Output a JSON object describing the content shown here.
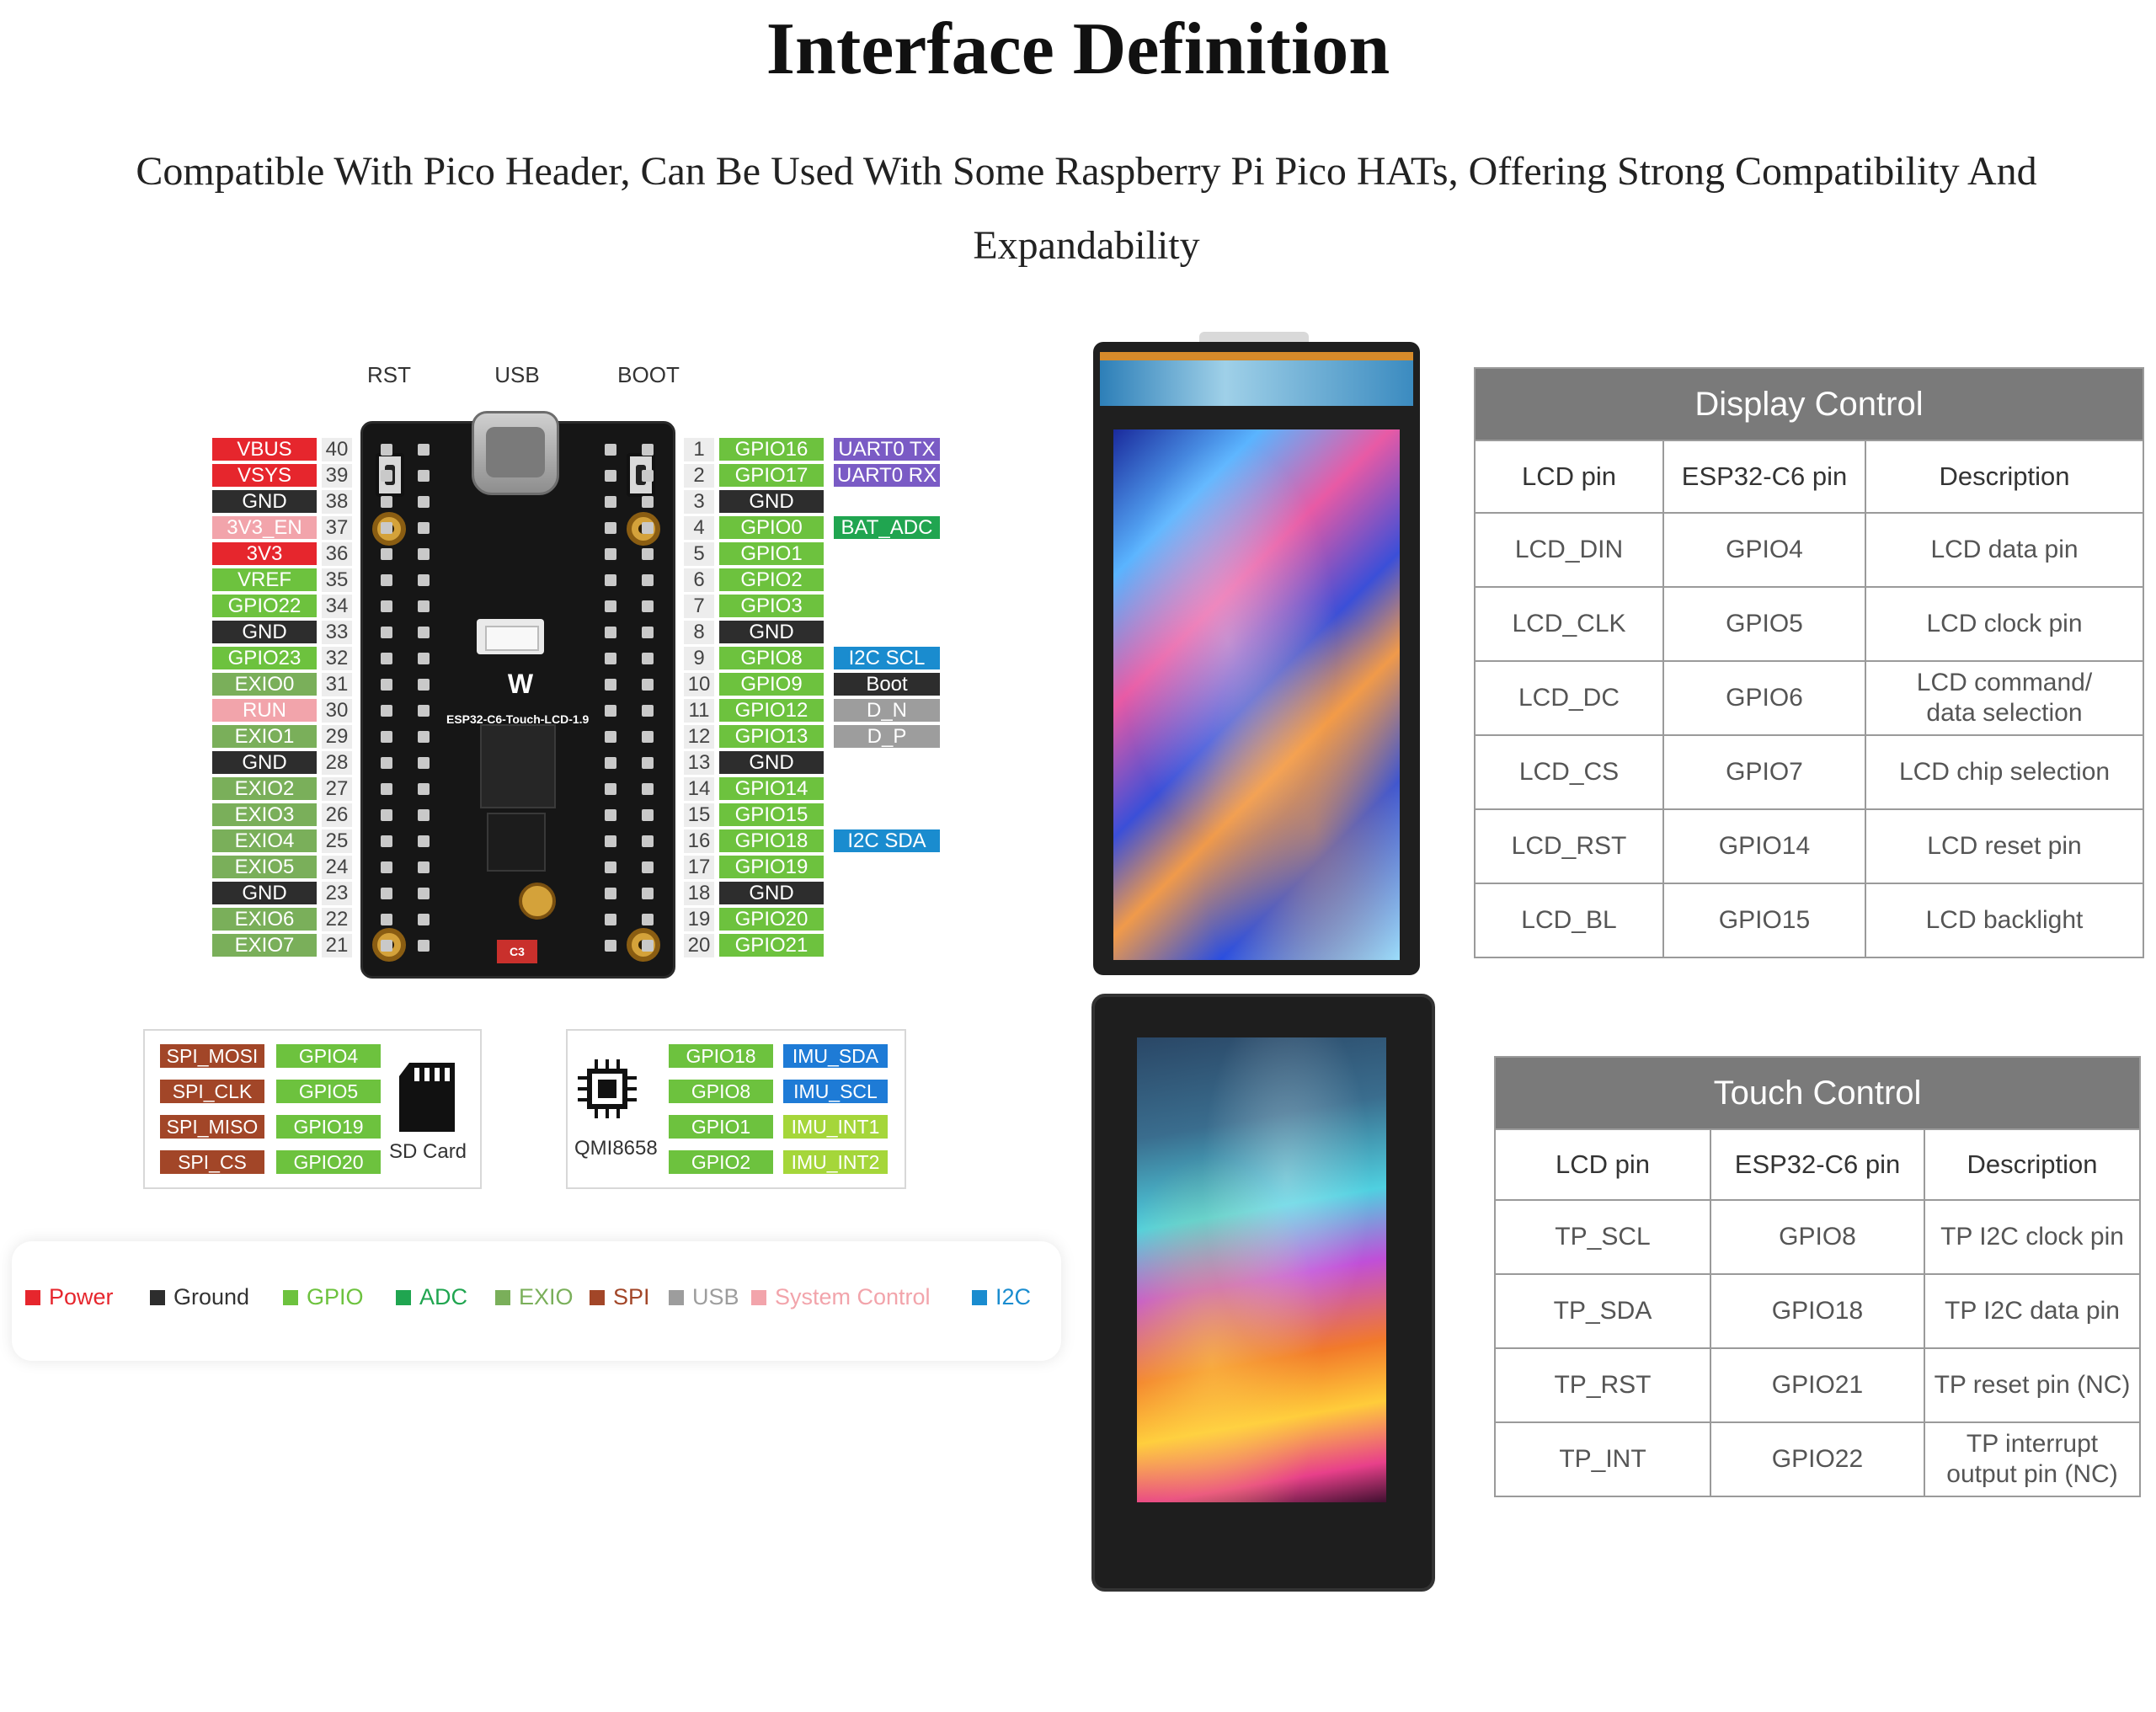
{
  "title": "Interface Definition",
  "subtitle": "Compatible With Pico Header, Can Be Used With Some Raspberry Pi Pico HATs, Offering Strong Compatibility And Expandability",
  "board": {
    "top_labels": [
      "RST",
      "USB",
      "BOOT"
    ],
    "name": "ESP32-C6-Touch-LCD-1.9",
    "component": "C3",
    "left_pins": [
      {
        "num": "40",
        "label": "VBUS",
        "type": "power"
      },
      {
        "num": "39",
        "label": "VSYS",
        "type": "power"
      },
      {
        "num": "38",
        "label": "GND",
        "type": "ground"
      },
      {
        "num": "37",
        "label": "3V3_EN",
        "type": "sys"
      },
      {
        "num": "36",
        "label": "3V3",
        "type": "power"
      },
      {
        "num": "35",
        "label": "VREF",
        "type": "gpio"
      },
      {
        "num": "34",
        "label": "GPIO22",
        "type": "gpio"
      },
      {
        "num": "33",
        "label": "GND",
        "type": "ground"
      },
      {
        "num": "32",
        "label": "GPIO23",
        "type": "gpio"
      },
      {
        "num": "31",
        "label": "EXIO0",
        "type": "exio"
      },
      {
        "num": "30",
        "label": "RUN",
        "type": "sys"
      },
      {
        "num": "29",
        "label": "EXIO1",
        "type": "exio"
      },
      {
        "num": "28",
        "label": "GND",
        "type": "ground"
      },
      {
        "num": "27",
        "label": "EXIO2",
        "type": "exio"
      },
      {
        "num": "26",
        "label": "EXIO3",
        "type": "exio"
      },
      {
        "num": "25",
        "label": "EXIO4",
        "type": "exio"
      },
      {
        "num": "24",
        "label": "EXIO5",
        "type": "exio"
      },
      {
        "num": "23",
        "label": "GND",
        "type": "ground"
      },
      {
        "num": "22",
        "label": "EXIO6",
        "type": "exio"
      },
      {
        "num": "21",
        "label": "EXIO7",
        "type": "exio"
      }
    ],
    "right_pins": [
      {
        "num": "1",
        "label": "GPIO16",
        "type": "gpio",
        "func": "UART0 TX",
        "func_type": "uart"
      },
      {
        "num": "2",
        "label": "GPIO17",
        "type": "gpio",
        "func": "UART0 RX",
        "func_type": "uart"
      },
      {
        "num": "3",
        "label": "GND",
        "type": "ground"
      },
      {
        "num": "4",
        "label": "GPIO0",
        "type": "gpio",
        "func": "BAT_ADC",
        "func_type": "adc"
      },
      {
        "num": "5",
        "label": "GPIO1",
        "type": "gpio"
      },
      {
        "num": "6",
        "label": "GPIO2",
        "type": "gpio"
      },
      {
        "num": "7",
        "label": "GPIO3",
        "type": "gpio"
      },
      {
        "num": "8",
        "label": "GND",
        "type": "ground"
      },
      {
        "num": "9",
        "label": "GPIO8",
        "type": "gpio",
        "func": "I2C SCL",
        "func_type": "i2c"
      },
      {
        "num": "10",
        "label": "GPIO9",
        "type": "gpio",
        "func": "Boot",
        "func_type": "ground"
      },
      {
        "num": "11",
        "label": "GPIO12",
        "type": "gpio",
        "func": "D_N",
        "func_type": "usb"
      },
      {
        "num": "12",
        "label": "GPIO13",
        "type": "gpio",
        "func": "D_P",
        "func_type": "usb"
      },
      {
        "num": "13",
        "label": "GND",
        "type": "ground"
      },
      {
        "num": "14",
        "label": "GPIO14",
        "type": "gpio"
      },
      {
        "num": "15",
        "label": "GPIO15",
        "type": "gpio"
      },
      {
        "num": "16",
        "label": "GPIO18",
        "type": "gpio",
        "func": "I2C SDA",
        "func_type": "i2c"
      },
      {
        "num": "17",
        "label": "GPIO19",
        "type": "gpio"
      },
      {
        "num": "18",
        "label": "GND",
        "type": "ground"
      },
      {
        "num": "19",
        "label": "GPIO20",
        "type": "gpio"
      },
      {
        "num": "20",
        "label": "GPIO21",
        "type": "gpio"
      }
    ]
  },
  "sd_card": {
    "caption": "SD Card",
    "rows": [
      {
        "sig": "SPI_MOSI",
        "pin": "GPIO4"
      },
      {
        "sig": "SPI_CLK",
        "pin": "GPIO5"
      },
      {
        "sig": "SPI_MISO",
        "pin": "GPIO19"
      },
      {
        "sig": "SPI_CS",
        "pin": "GPIO20"
      }
    ]
  },
  "imu": {
    "caption": "QMI8658",
    "rows": [
      {
        "pin": "GPIO18",
        "sig": "IMU_SDA",
        "sig_type": "imu"
      },
      {
        "pin": "GPIO8",
        "sig": "IMU_SCL",
        "sig_type": "imu"
      },
      {
        "pin": "GPIO1",
        "sig": "IMU_INT1",
        "sig_type": "imuint"
      },
      {
        "pin": "GPIO2",
        "sig": "IMU_INT2",
        "sig_type": "imuint"
      }
    ]
  },
  "legend": [
    {
      "label": "Power",
      "color": "#e6262d",
      "text_color": "#e6262d"
    },
    {
      "label": "Ground",
      "color": "#2d2d2d",
      "text_color": "#333333"
    },
    {
      "label": "GPIO",
      "color": "#6dc23e",
      "text_color": "#6dc23e"
    },
    {
      "label": "ADC",
      "color": "#20a550",
      "text_color": "#20a550"
    },
    {
      "label": "EXIO",
      "color": "#7aaf5a",
      "text_color": "#7aaf5a"
    },
    {
      "label": "SPI",
      "color": "#a24628",
      "text_color": "#a24628"
    },
    {
      "label": "USB",
      "color": "#9d9d9d",
      "text_color": "#9d9d9d"
    },
    {
      "label": "System Control",
      "color": "#f2a4ab",
      "text_color": "#f2a4ab"
    },
    {
      "label": "I2C",
      "color": "#1a8ccf",
      "text_color": "#1a8ccf"
    }
  ],
  "display_control": {
    "title": "Display Control",
    "headers": [
      "LCD pin",
      "ESP32-C6 pin",
      "Description"
    ],
    "rows": [
      [
        "LCD_DIN",
        "GPIO4",
        "LCD data pin"
      ],
      [
        "LCD_CLK",
        "GPIO5",
        "LCD clock pin"
      ],
      [
        "LCD_DC",
        "GPIO6",
        "LCD command/\ndata selection"
      ],
      [
        "LCD_CS",
        "GPIO7",
        "LCD chip selection"
      ],
      [
        "LCD_RST",
        "GPIO14",
        "LCD reset pin"
      ],
      [
        "LCD_BL",
        "GPIO15",
        "LCD backlight"
      ]
    ]
  },
  "touch_control": {
    "title": "Touch Control",
    "headers": [
      "LCD pin",
      "ESP32-C6 pin",
      "Description"
    ],
    "rows": [
      [
        "TP_SCL",
        "GPIO8",
        "TP I2C clock pin"
      ],
      [
        "TP_SDA",
        "GPIO18",
        "TP I2C data pin"
      ],
      [
        "TP_RST",
        "GPIO21",
        "TP reset pin (NC)"
      ],
      [
        "TP_INT",
        "GPIO22",
        "TP interrupt\noutput pin (NC)"
      ]
    ]
  }
}
